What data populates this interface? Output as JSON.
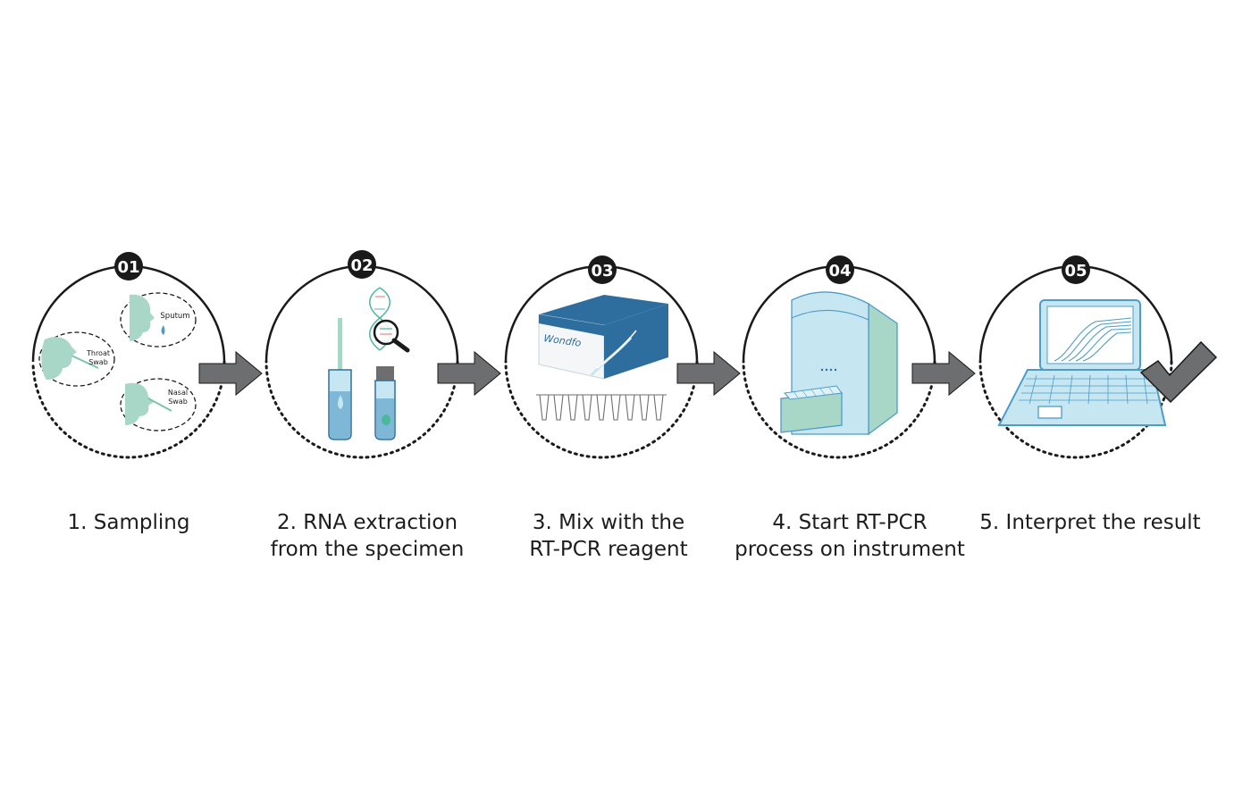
{
  "steps": [
    {
      "badge": "01",
      "caption": [
        "1. Sampling"
      ],
      "labels": {
        "sputum": "Sputum",
        "throat": [
          "Throat",
          "Swab"
        ],
        "nasal": [
          "Nasal",
          "Swab"
        ]
      }
    },
    {
      "badge": "02",
      "caption": [
        "2. RNA extraction",
        "from the specimen"
      ]
    },
    {
      "badge": "03",
      "caption": [
        "3. Mix with the",
        "RT-PCR reagent"
      ],
      "brand": "Wondfo"
    },
    {
      "badge": "04",
      "caption": [
        "4. Start RT-PCR",
        "process on instrument"
      ]
    },
    {
      "badge": "05",
      "caption": [
        "5. Interpret the result"
      ]
    }
  ],
  "colors": {
    "mint": "#a9d7c7",
    "light_blue": "#c6e6f1",
    "blue": "#4d9cc8",
    "box_blue": "#2e6e9e",
    "arrow": "#6d6e70",
    "outline": "#1a1a1a"
  }
}
